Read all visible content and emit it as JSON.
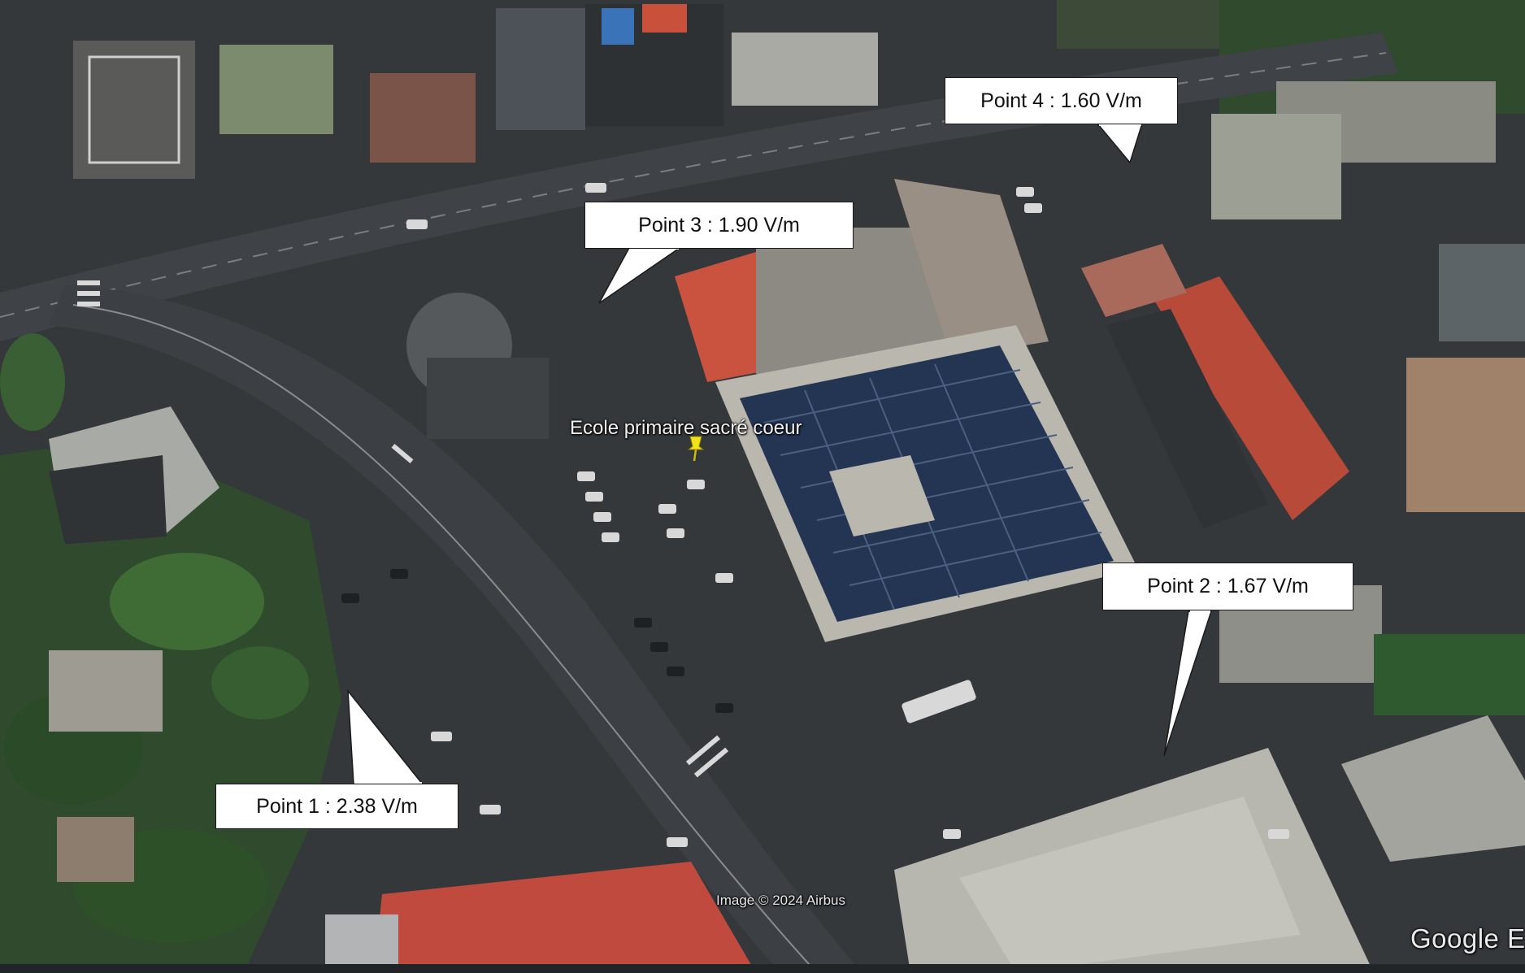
{
  "map": {
    "place_label": "Ecole primaire sacré coeur",
    "imagery_credit": "Image © 2024 Airbus",
    "logo_text": "Google Ea",
    "pin_icon": "map-pin-icon",
    "pin_color": "#f2e21a",
    "callout_border_color": "#1a1a1a"
  },
  "measurements": [
    {
      "label": "Point 1 : 2.38 V/m"
    },
    {
      "label": "Point 2 : 1.67 V/m"
    },
    {
      "label": "Point 3 : 1.90 V/m"
    },
    {
      "label": "Point 4 : 1.60 V/m"
    }
  ]
}
